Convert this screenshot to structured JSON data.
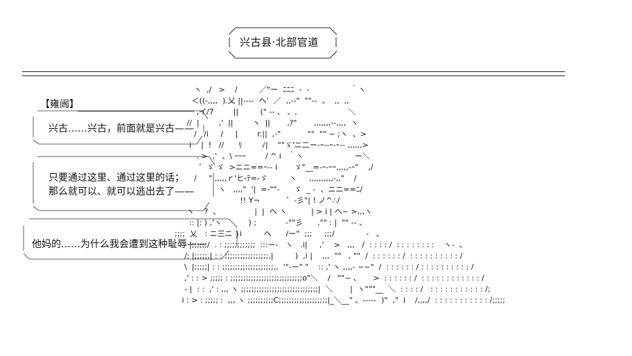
{
  "location_title": "兴古县·北部官道",
  "speaker_label": "【雍闿】",
  "bubbles": [
    {
      "lines": [
        "兴古……兴古，前面就是兴古——"
      ]
    },
    {
      "lines": [
        "只要通过这里、通过这里的话；",
        "那么就可以、就可以逃出去了——"
      ]
    },
    {
      "lines": [
        "他妈的……为什么我会遭到这种耻辱——"
      ]
    }
  ]
}
